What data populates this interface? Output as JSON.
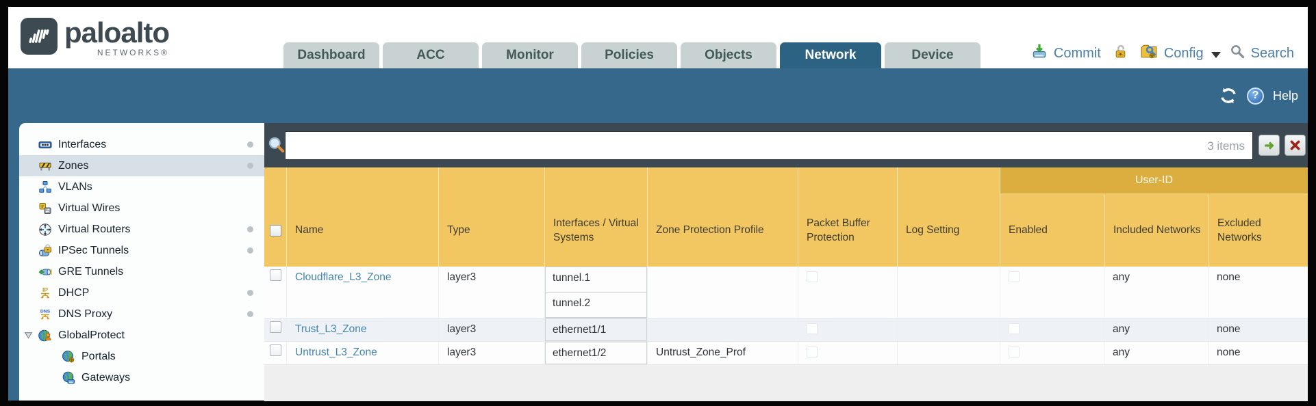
{
  "brand": {
    "name": "paloalto",
    "sub": "NETWORKS®"
  },
  "tabs": [
    {
      "label": "Dashboard",
      "active": false
    },
    {
      "label": "ACC",
      "active": false
    },
    {
      "label": "Monitor",
      "active": false
    },
    {
      "label": "Policies",
      "active": false
    },
    {
      "label": "Objects",
      "active": false
    },
    {
      "label": "Network",
      "active": true
    },
    {
      "label": "Device",
      "active": false
    }
  ],
  "actions": {
    "commit": "Commit",
    "config": "Config",
    "search": "Search"
  },
  "titlebar": {
    "help": "Help"
  },
  "sidebar": {
    "items": [
      {
        "label": "Interfaces",
        "icon": "interfaces-icon",
        "dot": true,
        "selected": false,
        "indent": false,
        "expanded": false
      },
      {
        "label": "Zones",
        "icon": "zones-icon",
        "dot": true,
        "selected": true,
        "indent": false,
        "expanded": false
      },
      {
        "label": "VLANs",
        "icon": "vlans-icon",
        "dot": false,
        "selected": false,
        "indent": false,
        "expanded": false
      },
      {
        "label": "Virtual Wires",
        "icon": "virtual-wires-icon",
        "dot": false,
        "selected": false,
        "indent": false,
        "expanded": false
      },
      {
        "label": "Virtual Routers",
        "icon": "virtual-routers-icon",
        "dot": true,
        "selected": false,
        "indent": false,
        "expanded": false
      },
      {
        "label": "IPSec Tunnels",
        "icon": "ipsec-tunnels-icon",
        "dot": true,
        "selected": false,
        "indent": false,
        "expanded": false
      },
      {
        "label": "GRE Tunnels",
        "icon": "gre-tunnels-icon",
        "dot": false,
        "selected": false,
        "indent": false,
        "expanded": false
      },
      {
        "label": "DHCP",
        "icon": "dhcp-icon",
        "dot": true,
        "selected": false,
        "indent": false,
        "expanded": false
      },
      {
        "label": "DNS Proxy",
        "icon": "dns-proxy-icon",
        "dot": true,
        "selected": false,
        "indent": false,
        "expanded": false
      },
      {
        "label": "GlobalProtect",
        "icon": "globalprotect-icon",
        "dot": false,
        "selected": false,
        "indent": false,
        "expanded": true
      },
      {
        "label": "Portals",
        "icon": "portals-icon",
        "dot": false,
        "selected": false,
        "indent": true,
        "expanded": false
      },
      {
        "label": "Gateways",
        "icon": "gateways-icon",
        "dot": false,
        "selected": false,
        "indent": true,
        "expanded": false
      }
    ]
  },
  "filter": {
    "value": "",
    "count": "3 items"
  },
  "table": {
    "columns": [
      "Name",
      "Type",
      "Interfaces / Virtual Systems",
      "Zone Protection Profile",
      "Packet Buffer Protection",
      "Log Setting",
      "Enabled",
      "Included Networks",
      "Excluded Networks"
    ],
    "group": {
      "label": "User-ID",
      "columns": [
        "Enabled",
        "Included Networks",
        "Excluded Networks"
      ]
    },
    "rows": [
      {
        "name": "Cloudflare_L3_Zone",
        "type": "layer3",
        "interfaces": [
          "tunnel.1",
          "tunnel.2"
        ],
        "zone_protection_profile": "",
        "packet_buffer_protection": false,
        "log_setting": "",
        "user_id_enabled": false,
        "included_networks": "any",
        "excluded_networks": "none"
      },
      {
        "name": "Trust_L3_Zone",
        "type": "layer3",
        "interfaces": [
          "ethernet1/1"
        ],
        "zone_protection_profile": "",
        "packet_buffer_protection": false,
        "log_setting": "",
        "user_id_enabled": false,
        "included_networks": "any",
        "excluded_networks": "none"
      },
      {
        "name": "Untrust_L3_Zone",
        "type": "layer3",
        "interfaces": [
          "ethernet1/2"
        ],
        "zone_protection_profile": "Untrust_Zone_Prof",
        "packet_buffer_protection": false,
        "log_setting": "",
        "user_id_enabled": false,
        "included_networks": "any",
        "excluded_networks": "none"
      }
    ]
  },
  "colors": {
    "teal_band": "#35688a",
    "active_tab": "#2c6282",
    "inactive_tab": "#c8d2d2",
    "toolbar_dark": "#3d4952",
    "header_gold": "#f2c660",
    "group_gold": "#dcae3f",
    "link_blue": "#4484aa",
    "row_alt": "#eef2f6",
    "sidebar_selected": "#d8e0e7"
  }
}
